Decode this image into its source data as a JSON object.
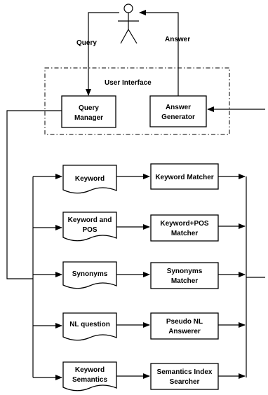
{
  "actor_labels": {
    "query": "Query",
    "answer": "Answer",
    "user_interface": "User Interface"
  },
  "query_manager": {
    "line1": "Query",
    "line2": "Manager"
  },
  "answer_generator": {
    "line1": "Answer",
    "line2": "Generator"
  },
  "inputs": [
    {
      "line1": "Keyword"
    },
    {
      "line1": "Keyword and",
      "line2": "POS"
    },
    {
      "line1": "Synonyms"
    },
    {
      "line1": "NL question"
    },
    {
      "line1": "Keyword",
      "line2": "Semantics"
    }
  ],
  "matchers": [
    {
      "line1": "Keyword Matcher"
    },
    {
      "line1": "Keyword+POS",
      "line2": "Matcher"
    },
    {
      "line1": "Synonyms",
      "line2": "Matcher"
    },
    {
      "line1": "Pseudo NL",
      "line2": "Answerer"
    },
    {
      "line1": "Semantics Index",
      "line2": "Searcher"
    }
  ]
}
